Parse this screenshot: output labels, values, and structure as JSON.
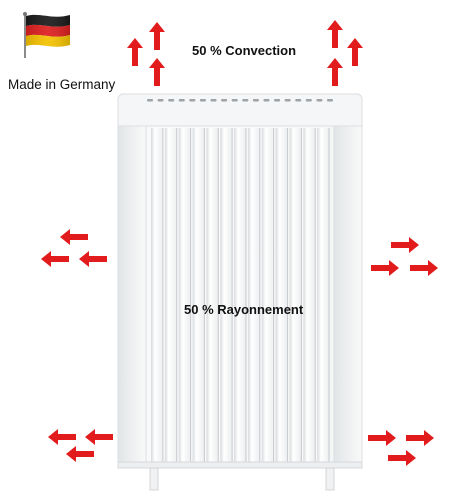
{
  "origin": {
    "flag_icon": "germany-flag-icon",
    "label": "Made in Germany"
  },
  "labels": {
    "convection": "50 % Convection",
    "radiation": "50 % Rayonnement"
  },
  "product": {
    "icon": "electric-radiator-panel",
    "fin_count": 13,
    "vent_slot_count": 18
  },
  "heat_arrows": {
    "color": "#e21c1c",
    "icon": "heat-arrow-icon",
    "groups": [
      {
        "id": "top-left",
        "direction": "up",
        "count": 3
      },
      {
        "id": "top-right",
        "direction": "up",
        "count": 3
      },
      {
        "id": "left-upper",
        "direction": "left",
        "count": 3
      },
      {
        "id": "right-upper",
        "direction": "right",
        "count": 3
      },
      {
        "id": "left-lower",
        "direction": "left",
        "count": 3
      },
      {
        "id": "right-lower",
        "direction": "right",
        "count": 3
      }
    ]
  },
  "colors": {
    "flag_black": "#1a1a1a",
    "flag_red": "#dd1f1f",
    "flag_gold": "#f4c200",
    "radiator_body": "#f7f7f7",
    "radiator_shadow": "#d9dcdf"
  }
}
